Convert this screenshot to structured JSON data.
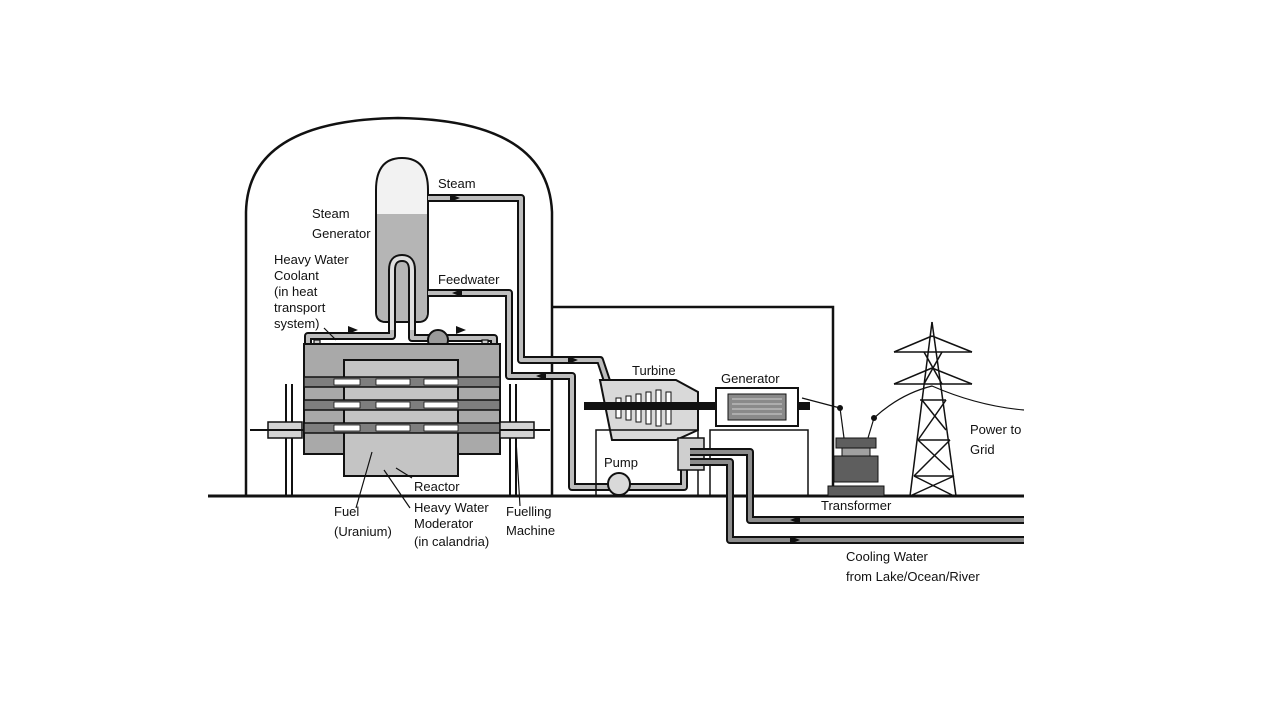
{
  "labels": {
    "steam": "Steam",
    "steam_generator_1": "Steam",
    "steam_generator_2": "Generator",
    "feedwater": "Feedwater",
    "hw_coolant_1": "Heavy Water",
    "hw_coolant_2": "Coolant",
    "hw_coolant_3": "(in heat",
    "hw_coolant_4": "transport",
    "hw_coolant_5": "system)",
    "turbine": "Turbine",
    "generator": "Generator",
    "pump": "Pump",
    "reactor": "Reactor",
    "fuel_1": "Fuel",
    "fuel_2": "(Uranium)",
    "moderator_1": "Heavy Water",
    "moderator_2": "Moderator",
    "moderator_3": "(in calandria)",
    "fuelling_1": "Fuelling",
    "fuelling_2": "Machine",
    "transformer": "Transformer",
    "power_1": "Power to",
    "power_2": "Grid",
    "cooling_1": "Cooling Water",
    "cooling_2": "from Lake/Ocean/River"
  },
  "colors": {
    "line": "#111111",
    "light_grey": "#d9d9d9",
    "mid_grey": "#a9a9a9",
    "dark_grey": "#7a7a7a"
  }
}
